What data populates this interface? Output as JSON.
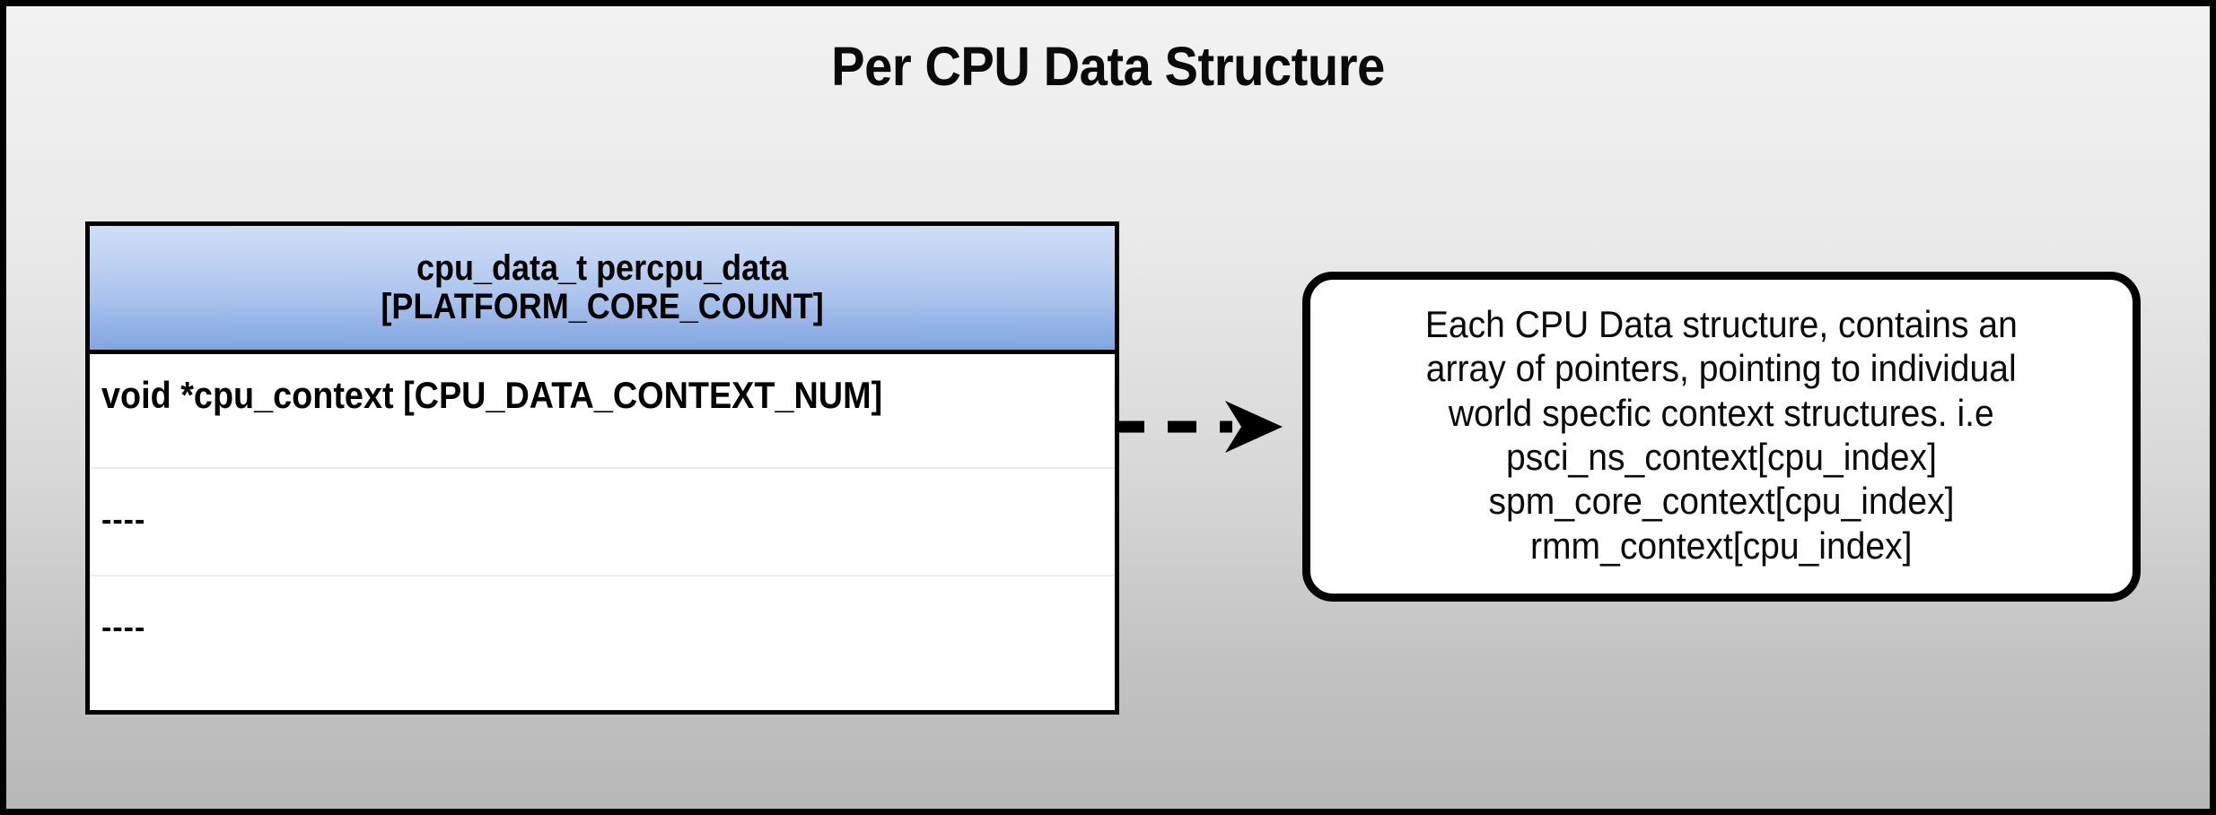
{
  "page": {
    "title": "Per CPU Data Structure",
    "background_top_color": "#f2f2f2",
    "background_bottom_color": "#b8b8b8",
    "frame_color": "#000000"
  },
  "struct_box": {
    "header": {
      "line1": "cpu_data_t percpu_data",
      "line2": "[PLATFORM_CORE_COUNT]",
      "gradient_top_color": "#cfddf7",
      "gradient_bottom_color": "#82a5e1",
      "border_color": "#000000"
    },
    "rows": [
      {
        "text": "void *cpu_context [CPU_DATA_CONTEXT_NUM]"
      },
      {
        "text": "----"
      },
      {
        "text": "----"
      }
    ],
    "fill_color": "#ffffff",
    "separator_color": "#ededed"
  },
  "connector": {
    "style": "dashed",
    "arrowhead": "barbed-filled",
    "color": "#000000",
    "dash_count": 3
  },
  "note_box": {
    "lines": [
      "Each CPU Data structure, contains an",
      "array of pointers, pointing to individual",
      "world specfic context structures. i.e",
      "psci_ns_context[cpu_index]",
      "spm_core_context[cpu_index]",
      "rmm_context[cpu_index]"
    ],
    "fill_color": "#ffffff",
    "border_color": "#000000"
  }
}
